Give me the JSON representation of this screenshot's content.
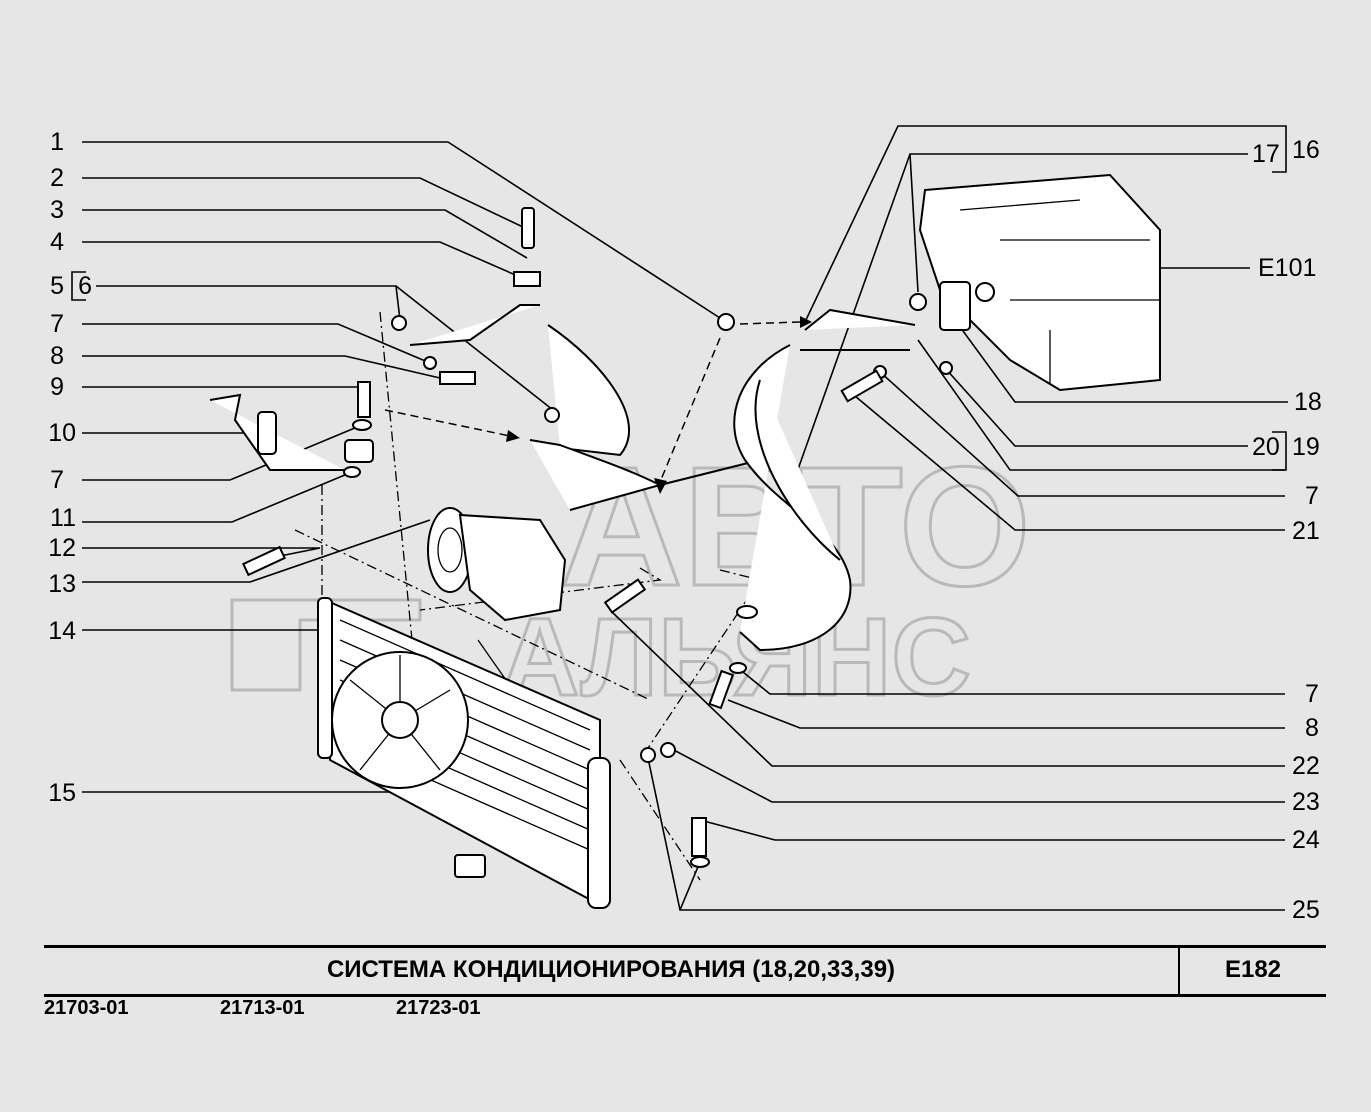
{
  "callouts_left": [
    {
      "id": "c1",
      "text": "1"
    },
    {
      "id": "c2",
      "text": "2"
    },
    {
      "id": "c3",
      "text": "3"
    },
    {
      "id": "c4",
      "text": "4"
    },
    {
      "id": "c5",
      "text": "5"
    },
    {
      "id": "c6",
      "text": "6"
    },
    {
      "id": "c7a",
      "text": "7"
    },
    {
      "id": "c8a",
      "text": "8"
    },
    {
      "id": "c9",
      "text": "9"
    },
    {
      "id": "c10",
      "text": "10"
    },
    {
      "id": "c7b",
      "text": "7"
    },
    {
      "id": "c11",
      "text": "11"
    },
    {
      "id": "c12",
      "text": "12"
    },
    {
      "id": "c13",
      "text": "13"
    },
    {
      "id": "c14",
      "text": "14"
    },
    {
      "id": "c15",
      "text": "15"
    }
  ],
  "callouts_right": [
    {
      "id": "c17",
      "text": "17"
    },
    {
      "id": "c16",
      "text": "16"
    },
    {
      "id": "cE101",
      "text": "E101"
    },
    {
      "id": "c18",
      "text": "18"
    },
    {
      "id": "c20",
      "text": "20"
    },
    {
      "id": "c19",
      "text": "19"
    },
    {
      "id": "c7c",
      "text": "7"
    },
    {
      "id": "c21",
      "text": "21"
    },
    {
      "id": "c7d",
      "text": "7"
    },
    {
      "id": "c8b",
      "text": "8"
    },
    {
      "id": "c22",
      "text": "22"
    },
    {
      "id": "c23",
      "text": "23"
    },
    {
      "id": "c24",
      "text": "24"
    },
    {
      "id": "c25",
      "text": "25"
    }
  ],
  "watermark": {
    "line1": "АВТО",
    "line2": "АЛЬЯНС"
  },
  "title_block": {
    "title": "СИСТЕМА  КОНДИЦИОНИРОВАНИЯ (18,20,33,39)",
    "sheet_code": "E182"
  },
  "models": [
    "21703-01",
    "21713-01",
    "21723-01"
  ],
  "colors": {
    "background": "#e6e6e6",
    "ink": "#000000",
    "watermark": "#b9b9b9"
  }
}
